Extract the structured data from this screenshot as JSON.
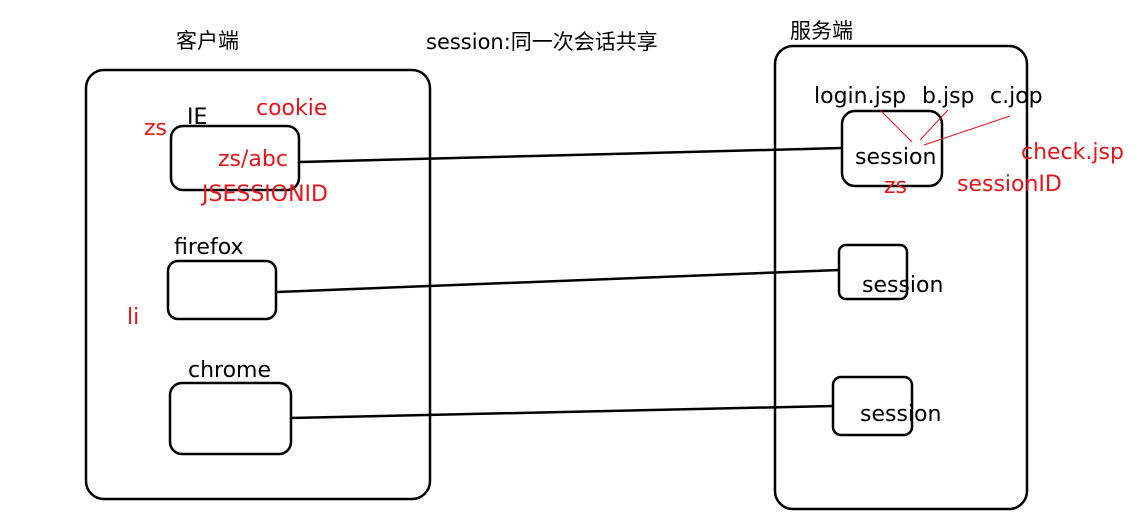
{
  "title": "session:同一次会话共享",
  "client": {
    "label": "客户端",
    "browsers": [
      {
        "name": "IE"
      },
      {
        "name": "firefox"
      },
      {
        "name": "chrome"
      }
    ],
    "annotations": {
      "ie_user": "zs",
      "ie_cookie": "cookie",
      "ie_cookie_value": "zs/abc",
      "ie_cookie_key": "JSESSIONID",
      "firefox_user": "li"
    }
  },
  "server": {
    "label": "服务端",
    "pages": [
      "login.jsp",
      "b.jsp",
      "c.jop"
    ],
    "sessions": [
      {
        "label": "session"
      },
      {
        "label": "session"
      },
      {
        "label": "session"
      }
    ],
    "annotations": {
      "check_page": "check.jsp",
      "session_user": "zs",
      "session_id": "sessionID"
    }
  },
  "colors": {
    "stroke": "#000000",
    "annotation": "#e8141b"
  }
}
